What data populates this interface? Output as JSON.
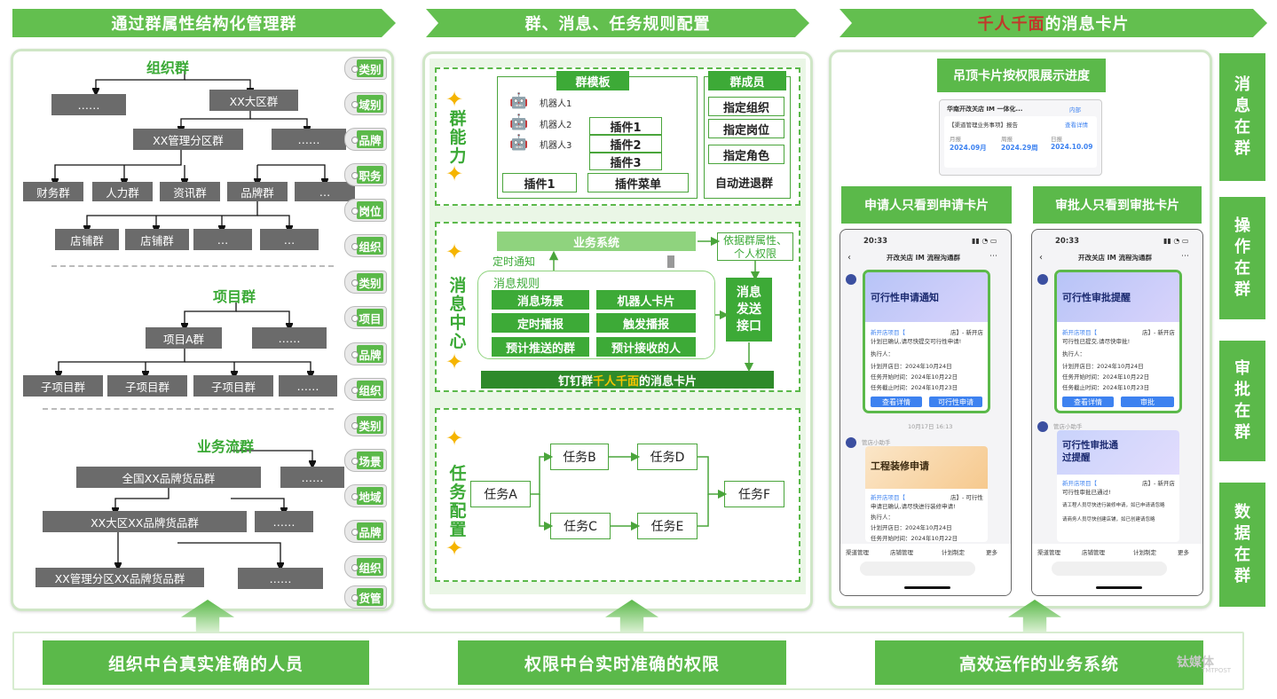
{
  "headers": {
    "h1": "通过群属性结构化管理群",
    "h2": "群、消息、任务规则配置",
    "h3_red": "千人千面",
    "h3_rest": "的消息卡片"
  },
  "left": {
    "org_title": "组织群",
    "org_boxes": [
      "……",
      "XX大区群",
      "XX管理分区群",
      "……",
      "财务群",
      "人力群",
      "资讯群",
      "品牌群",
      "…",
      "店铺群",
      "店铺群",
      "…",
      "…"
    ],
    "proj_title": "项目群",
    "proj_boxes": [
      "项目A群",
      "……",
      "子项目群",
      "子项目群",
      "子项目群",
      "……"
    ],
    "flow_title": "业务流群",
    "flow_boxes": [
      "全国XX品牌货品群",
      "……",
      "XX大区XX品牌货品群",
      "……",
      "XX管理分区XX品牌货品群",
      "……"
    ],
    "tags": [
      "类别",
      "域别",
      "品牌",
      "职务",
      "岗位",
      "组织",
      "类别",
      "项目",
      "品牌",
      "组织",
      "类别",
      "场景",
      "地域",
      "品牌",
      "组织",
      "货管"
    ]
  },
  "middle": {
    "cap_label": "群能力",
    "template_title": "群模板",
    "robots": [
      "机器人1",
      "机器人2",
      "机器人3"
    ],
    "plugins": [
      "插件1",
      "插件2",
      "插件3"
    ],
    "plugin_bottom": "插件1",
    "plugin_menu": "插件菜单",
    "members_title": "群成员",
    "members": [
      "指定组织",
      "指定岗位",
      "指定角色"
    ],
    "auto": "自动进退群",
    "msg_label": "消息中心",
    "biz_system": "业务系统",
    "timed_notice": "定时通知",
    "attr_note": "依据群属性、个人权限",
    "rules_title": "消息规则",
    "rules": [
      "消息场景",
      "机器人卡片",
      "定时播报",
      "触发播报",
      "预计推送的群",
      "预计接收的人"
    ],
    "send_api": "消息发送接口",
    "card_bar_a": "钉钉群",
    "card_bar_b": "千人千面",
    "card_bar_c": "的消息卡片",
    "task_label": "任务配置",
    "tasks": [
      "任务A",
      "任务B",
      "任务C",
      "任务D",
      "任务E",
      "任务F"
    ]
  },
  "right": {
    "top_caption": "吊顶卡片按权限展示进度",
    "mini": {
      "title": "华南开改关店 IM 一体化...",
      "badge": "内部",
      "report": "【渠道管理业务事项】报告",
      "more": "查看详情",
      "cols": [
        {
          "label": "月报",
          "value": "2024.09月"
        },
        {
          "label": "周报",
          "value": "2024.29周"
        },
        {
          "label": "日报",
          "value": "2024.10.09"
        }
      ]
    },
    "caption_left": "申请人只看到申请卡片",
    "caption_right": "审批人只看到审批卡片",
    "phone_time": "20:33",
    "phone_title": "开改关店 IM 流程沟通群",
    "left_card1": {
      "title": "可行性申请通知",
      "line1a": "新开店项目【",
      "line1b": "店】- 新开店",
      "line2": "计划已确认,请尽快提交可行性申请!",
      "fields": [
        "执行人：",
        "计划开店日：2024年10月24日",
        "任务开始时间：2024年10月22日",
        "任务截止时间：2024年10月23日"
      ],
      "btn1": "查看详情",
      "btn2": "可行性申请"
    },
    "timestamp": "10月17日 16:13",
    "left_card2": {
      "title": "工程装修申请",
      "line1a": "新开店项目【",
      "line1b": "店】- 可行性",
      "line2": "申请已确认,请尽快进行装修申请!",
      "fields": [
        "执行人：",
        "计划开店日：2024年10月24日",
        "任务开始时间：2024年10月22日"
      ]
    },
    "right_card1": {
      "title": "可行性审批提醒",
      "line1a": "新开店项目【",
      "line1b": "店】- 新开店",
      "line2": "可行性已提交,请尽快审批!",
      "fields": [
        "执行人：",
        "计划开店日：2024年10月24日",
        "任务开始时间：2024年10月22日",
        "任务截止时间：2024年10月23日"
      ],
      "btn1": "查看详情",
      "btn2": "审批"
    },
    "right_card2": {
      "title": "可行性审批通过提醒",
      "line1a": "新开店项目【",
      "line1b": "店】- 新开店",
      "line2": "可行性审批已通过!",
      "fields": [
        "请工程人员尽快进行装修申请，如已申请请忽略",
        "请商务人员尽快创建店铺，如已创建请忽略"
      ]
    },
    "bottom_tabs": [
      "渠道管理",
      "店铺管理",
      "计划制定",
      "更多"
    ],
    "robot_name": "管店小助手"
  },
  "side_labels": [
    "消息在群",
    "操作在群",
    "审批在群",
    "数据在群"
  ],
  "bottom": [
    "组织中台真实准确的人员",
    "权限中台实时准确的权限",
    "高效运作的业务系统"
  ],
  "watermark": "钛媒体",
  "watermark_sub": "TMTPOST"
}
